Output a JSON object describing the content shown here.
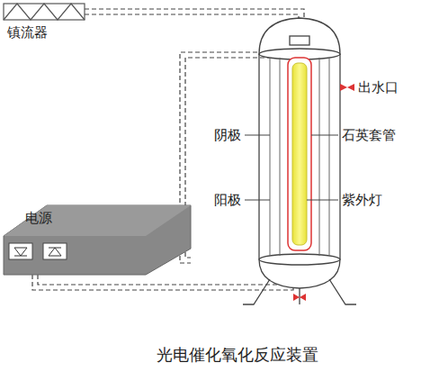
{
  "diagram": {
    "caption": "光电催化氧化反应装置",
    "labels": [
      "镇流器",
      "电源",
      "阴极",
      "阳极",
      "出水口",
      "石英套管",
      "紫外灯"
    ]
  }
}
